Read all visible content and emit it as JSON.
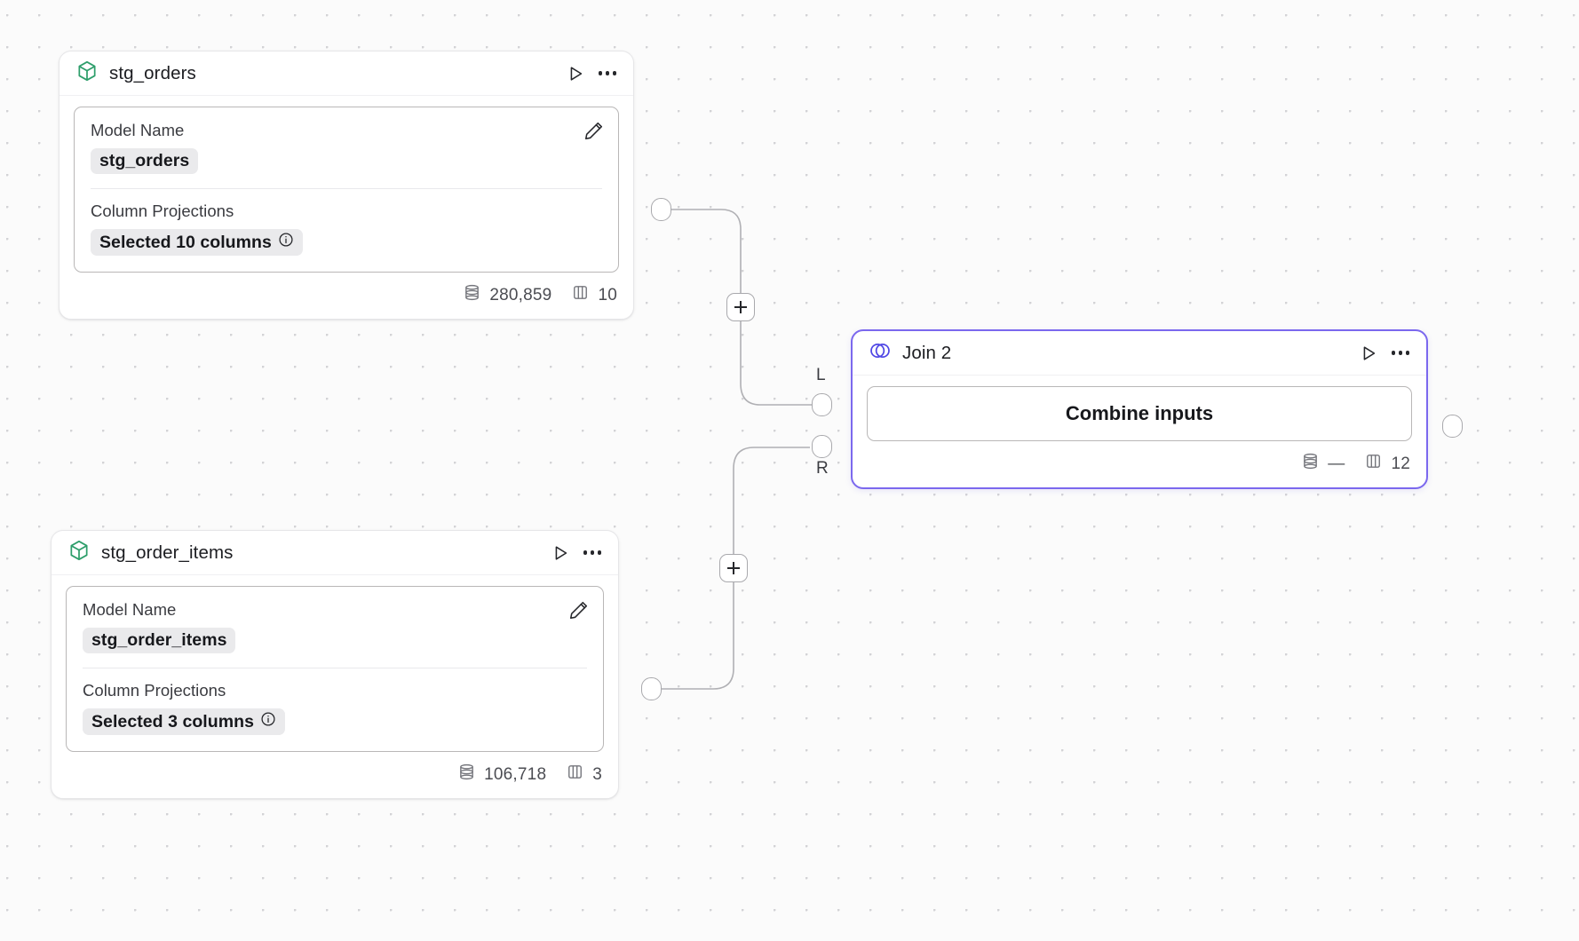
{
  "canvas": {
    "background_color": "#fbfbfb",
    "dot_color": "#d3d3d6",
    "edge_color": "#b0b0b4",
    "accent_color": "#7b68ee",
    "model_icon_color": "#2e9e6b"
  },
  "nodes": [
    {
      "id": "stg_orders",
      "type": "model",
      "title": "stg_orders",
      "icon": "cube-icon",
      "run_label": "Run",
      "menu_label": "More options",
      "fields": [
        {
          "label": "Model Name",
          "value": "stg_orders"
        },
        {
          "label": "Column Projections",
          "value": "Selected 10 columns"
        }
      ],
      "footer": {
        "rows": "280,859",
        "columns": "10"
      }
    },
    {
      "id": "stg_order_items",
      "type": "model",
      "title": "stg_order_items",
      "icon": "cube-icon",
      "run_label": "Run",
      "menu_label": "More options",
      "fields": [
        {
          "label": "Model Name",
          "value": "stg_order_items"
        },
        {
          "label": "Column Projections",
          "value": "Selected 3 columns"
        }
      ],
      "footer": {
        "rows": "106,718",
        "columns": "3"
      }
    },
    {
      "id": "join_2",
      "type": "join",
      "title": "Join 2",
      "icon": "join-venn-icon",
      "run_label": "Run",
      "menu_label": "More options",
      "selected": true,
      "body_label": "Combine inputs",
      "ports": {
        "left_input": "L",
        "right_input": "R"
      },
      "footer": {
        "rows": "—",
        "columns": "12"
      }
    }
  ],
  "plus_buttons": [
    {
      "name": "add-node-on-edge-top",
      "label": "+"
    },
    {
      "name": "add-node-on-edge-bottom",
      "label": "+"
    }
  ]
}
